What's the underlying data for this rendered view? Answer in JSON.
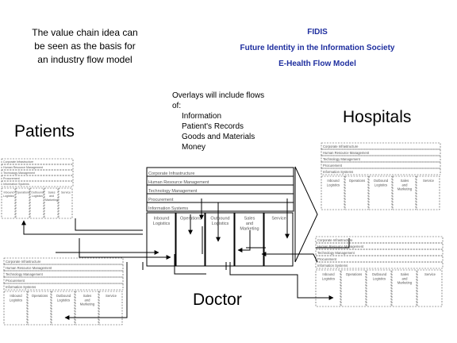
{
  "intro_lines": [
    "The value chain idea can",
    "be seen as the basis for",
    "an industry flow model"
  ],
  "fidis_lines": [
    "FIDIS",
    "Future Identity in the Information Society",
    "E-Health Flow Model"
  ],
  "overlay": {
    "heading": [
      "Overlays will include flows",
      "of:"
    ],
    "items": [
      "Information",
      "Patient's Records",
      "Goods and Materials",
      "Money"
    ]
  },
  "labels": {
    "patients": "Patients",
    "hospitals": "Hospitals",
    "doctor": "Doctor"
  },
  "value_chain": {
    "support": [
      "Corporate Infrastructure",
      "Human Resource Management",
      "Technology Management",
      "Procurement",
      "Information Systems"
    ],
    "primary": [
      [
        "Inbound",
        "Logistics"
      ],
      [
        "Operations"
      ],
      [
        "Outbound",
        "Logistics"
      ],
      [
        "Sales",
        "and",
        "Marketing"
      ],
      [
        "Service"
      ]
    ]
  },
  "colors": {
    "fidis_text": "#1f2f9f",
    "line": "#000000",
    "faint_text": "#555555"
  }
}
